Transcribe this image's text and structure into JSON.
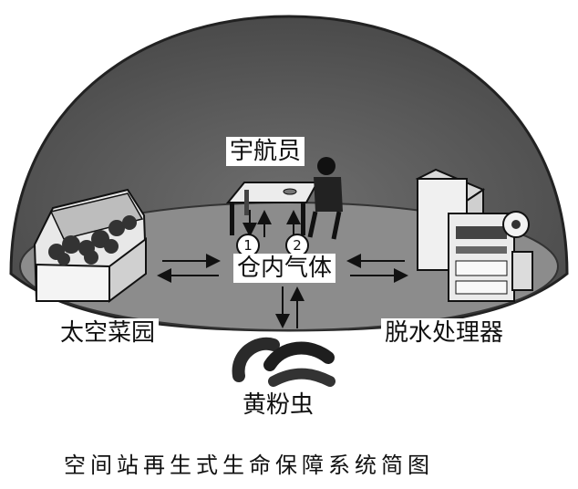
{
  "labels": {
    "astronaut": "宇航员",
    "cabin_air": "仓内气体",
    "vegetable_garden": "太空菜园",
    "dehydration_unit": "脱水处理器",
    "mealworm": "黄粉虫"
  },
  "markers": {
    "one": "1",
    "two": "2"
  },
  "caption": "空间站再生式生命保障系统简图",
  "colors": {
    "dome": "#5a5a5a",
    "floor": "#8a8a8a",
    "ink": "#111111"
  }
}
